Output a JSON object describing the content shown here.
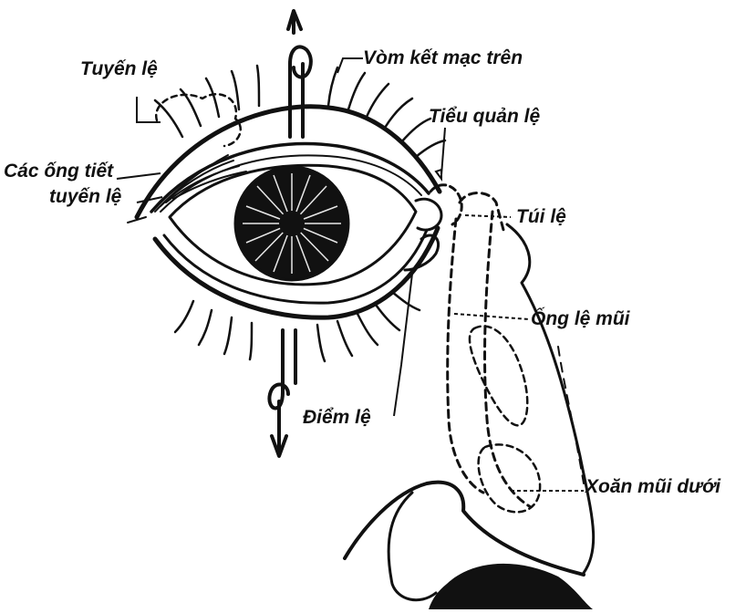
{
  "diagram": {
    "labels": {
      "lacrimal_gland": "Tuyến lệ",
      "superior_fornix": "Vòm kết mạc trên",
      "canaliculus": "Tiểu quản lệ",
      "ducts_line1": "Các ống tiết",
      "ducts_line2": "tuyến lệ",
      "lacrimal_sac": "Túi lệ",
      "nasolacrimal_duct": "Ống lệ mũi",
      "punctum": "Điểm lệ",
      "inferior_turbinate": "Xoăn mũi dưới"
    },
    "colors": {
      "ink": "#111111",
      "background": "#ffffff"
    }
  }
}
